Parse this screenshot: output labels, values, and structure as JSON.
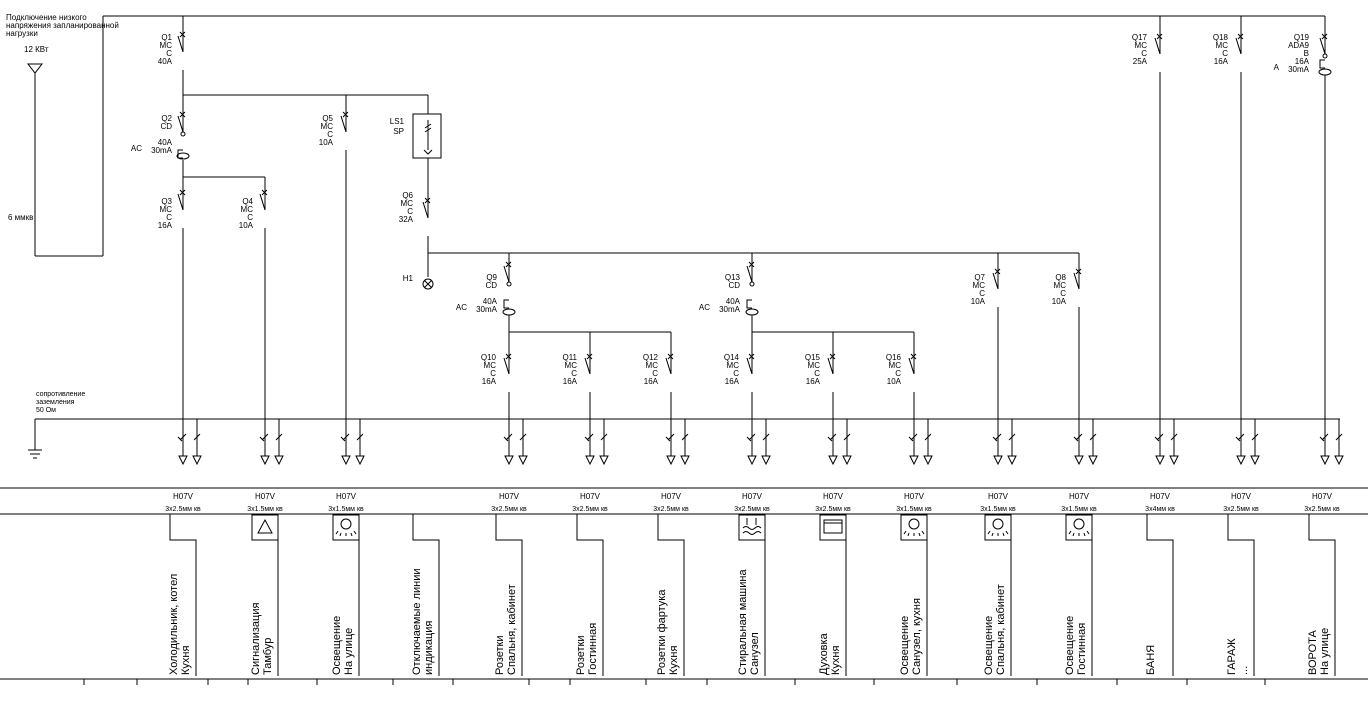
{
  "header_note": [
    "Подключение низкого",
    "напряжения запланированной",
    "нагрузки"
  ],
  "supply": {
    "power": "12 КВт",
    "cable": "6 ммкв"
  },
  "ground": {
    "lines": [
      "сопротивление",
      "заземления",
      "50 Ом"
    ]
  },
  "ls1": {
    "name": "LS1",
    "type": "SP"
  },
  "h1": {
    "name": "H1"
  },
  "breakers": [
    {
      "id": "q1",
      "lines": [
        "Q1",
        "MC",
        "C",
        "40A"
      ]
    },
    {
      "id": "q2",
      "lines": [
        "Q2",
        "CD",
        "",
        "40A",
        "30mA"
      ],
      "class_label": "AC"
    },
    {
      "id": "q3",
      "lines": [
        "Q3",
        "MC",
        "C",
        "16A"
      ]
    },
    {
      "id": "q4",
      "lines": [
        "Q4",
        "MC",
        "C",
        "10A"
      ]
    },
    {
      "id": "q5",
      "lines": [
        "Q5",
        "MC",
        "C",
        "10A"
      ]
    },
    {
      "id": "q6",
      "lines": [
        "Q6",
        "MC",
        "C",
        "32A"
      ]
    },
    {
      "id": "q9",
      "lines": [
        "Q9",
        "CD",
        "",
        "40A",
        "30mA"
      ],
      "class_label": "AC"
    },
    {
      "id": "q13",
      "lines": [
        "Q13",
        "CD",
        "",
        "40A",
        "30mA"
      ],
      "class_label": "AC"
    },
    {
      "id": "q7",
      "lines": [
        "Q7",
        "MC",
        "C",
        "10A"
      ]
    },
    {
      "id": "q8",
      "lines": [
        "Q8",
        "MC",
        "C",
        "10A"
      ]
    },
    {
      "id": "q10",
      "lines": [
        "Q10",
        "MC",
        "C",
        "16A"
      ]
    },
    {
      "id": "q11",
      "lines": [
        "Q11",
        "MC",
        "C",
        "16A"
      ]
    },
    {
      "id": "q12",
      "lines": [
        "Q12",
        "MC",
        "C",
        "16A"
      ]
    },
    {
      "id": "q14",
      "lines": [
        "Q14",
        "MC",
        "C",
        "16A"
      ]
    },
    {
      "id": "q15",
      "lines": [
        "Q15",
        "MC",
        "C",
        "16A"
      ]
    },
    {
      "id": "q16",
      "lines": [
        "Q16",
        "MC",
        "C",
        "10A"
      ]
    },
    {
      "id": "q17",
      "lines": [
        "Q17",
        "MC",
        "C",
        "25A"
      ]
    },
    {
      "id": "q18",
      "lines": [
        "Q18",
        "MC",
        "C",
        "16A"
      ]
    },
    {
      "id": "q19",
      "lines": [
        "Q19",
        "ADA9",
        "B",
        "16A",
        "30mA"
      ],
      "class_label": "A"
    }
  ],
  "circuits": [
    {
      "id": "c1",
      "cable": "H07V",
      "section": "3x2.5мм кв",
      "icon": "none",
      "label": [
        "Холодильник, котел",
        "Кухня"
      ]
    },
    {
      "id": "c2",
      "cable": "H07V",
      "section": "3x1.5мм кв",
      "icon": "alarm",
      "label": [
        "Сигнализация",
        "Тамбур"
      ]
    },
    {
      "id": "c3",
      "cable": "H07V",
      "section": "3x1.5мм кв",
      "icon": "lamp",
      "label": [
        "Освещение",
        "На улице"
      ]
    },
    {
      "id": "c4",
      "cable": "",
      "section": "",
      "icon": "none",
      "label": [
        "Отключаемые линии",
        "индикация"
      ]
    },
    {
      "id": "c5",
      "cable": "H07V",
      "section": "3x2.5мм кв",
      "icon": "none",
      "label": [
        "Розетки",
        "Спальня, кабинет"
      ]
    },
    {
      "id": "c6",
      "cable": "H07V",
      "section": "3x2.5мм кв",
      "icon": "none",
      "label": [
        "Розетки",
        "Гостинная"
      ]
    },
    {
      "id": "c7",
      "cable": "H07V",
      "section": "3x2.5мм кв",
      "icon": "none",
      "label": [
        "Розетки фартука",
        "Кухня"
      ]
    },
    {
      "id": "c8",
      "cable": "H07V",
      "section": "3x2.5мм кв",
      "icon": "washer",
      "label": [
        "Стиральная машина",
        "Санузел"
      ]
    },
    {
      "id": "c9",
      "cable": "H07V",
      "section": "3x2.5мм кв",
      "icon": "oven",
      "label": [
        "Духовка",
        "Кухня"
      ]
    },
    {
      "id": "c10",
      "cable": "H07V",
      "section": "3x1.5мм кв",
      "icon": "lamp",
      "label": [
        "Освещение",
        "Санузел, кухня"
      ]
    },
    {
      "id": "c11",
      "cable": "H07V",
      "section": "3x1.5мм кв",
      "icon": "lamp",
      "label": [
        "Освещение",
        "Спальня, кабинет"
      ]
    },
    {
      "id": "c12",
      "cable": "H07V",
      "section": "3x1.5мм кв",
      "icon": "lamp",
      "label": [
        "Освещение",
        "Гостинная"
      ]
    },
    {
      "id": "c13",
      "cable": "H07V",
      "section": "3x4мм кв",
      "icon": "none",
      "label": [
        "БАНЯ",
        ""
      ]
    },
    {
      "id": "c14",
      "cable": "H07V",
      "section": "3x2.5мм кв",
      "icon": "none",
      "label": [
        "ГАРАЖ",
        "..."
      ]
    },
    {
      "id": "c15",
      "cable": "H07V",
      "section": "3x2.5мм кв",
      "icon": "none",
      "label": [
        "ВОРОТА",
        "На улице"
      ]
    }
  ]
}
